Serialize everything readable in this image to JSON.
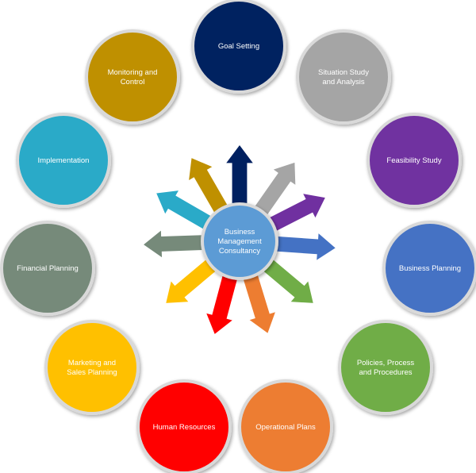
{
  "center": {
    "lines": [
      "Business",
      "Management",
      "Consultancy"
    ],
    "color": "#5b9bd5"
  },
  "nodes": [
    {
      "id": "goal-setting",
      "lines": [
        "Goal Setting"
      ],
      "color": "#002060"
    },
    {
      "id": "situation-study",
      "lines": [
        "Situation  Study",
        "and Analysis"
      ],
      "color": "#a5a5a5"
    },
    {
      "id": "feasibility-study",
      "lines": [
        "Feasibility  Study"
      ],
      "color": "#7030a0"
    },
    {
      "id": "business-planning",
      "lines": [
        "Business  Planning"
      ],
      "color": "#4472c4"
    },
    {
      "id": "policies-process",
      "lines": [
        "Policies,  Process",
        "and Procedures"
      ],
      "color": "#70ad47"
    },
    {
      "id": "operational-plans",
      "lines": [
        "Operational  Plans"
      ],
      "color": "#ed7d31"
    },
    {
      "id": "human-resources",
      "lines": [
        "Human Resources"
      ],
      "color": "#ff0000"
    },
    {
      "id": "marketing-sales",
      "lines": [
        "Marketing and",
        "Sales Planning"
      ],
      "color": "#ffc000"
    },
    {
      "id": "financial-planning",
      "lines": [
        "Financial  Planning"
      ],
      "color": "#768a7a"
    },
    {
      "id": "implementation",
      "lines": [
        "Implementation"
      ],
      "color": "#2aaac8"
    },
    {
      "id": "monitoring-control",
      "lines": [
        "Monitoring  and",
        "Control"
      ],
      "color": "#bf9000"
    }
  ]
}
